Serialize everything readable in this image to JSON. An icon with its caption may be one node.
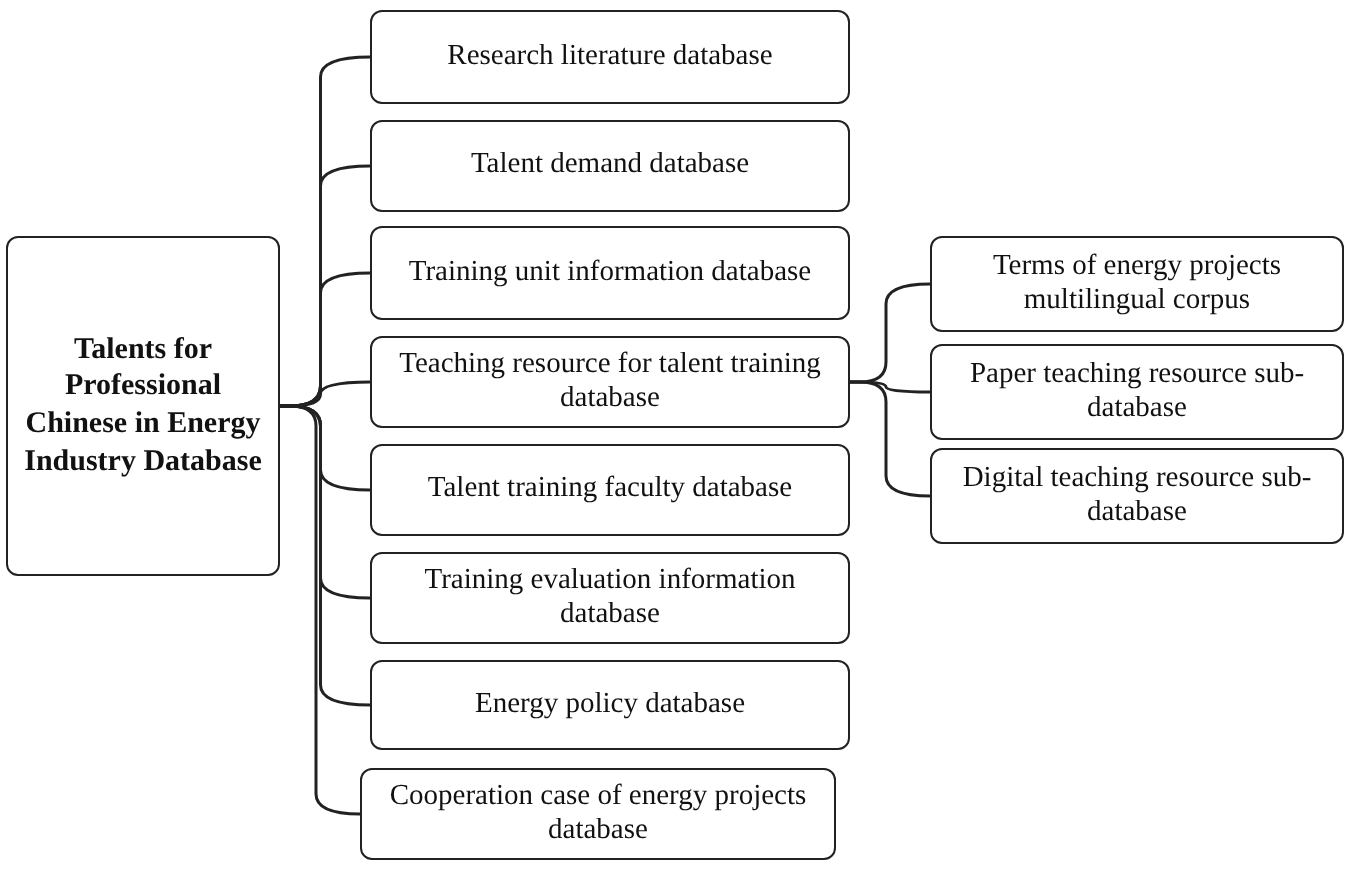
{
  "diagram": {
    "nodes": [
      {
        "text": [
          "Talents for Professional Chinese in Energy Industry Database"
        ]
      },
      {
        "text": [
          "Research literature database"
        ]
      },
      {
        "text": [
          "Talent demand database"
        ]
      },
      {
        "text": [
          "Training unit information database"
        ]
      },
      {
        "text": [
          "Teaching resource for talent training database"
        ]
      },
      {
        "text": [
          "Talent training faculty database"
        ]
      },
      {
        "text": [
          "Training evaluation information database"
        ]
      },
      {
        "text": [
          "Energy policy database"
        ]
      },
      {
        "text": [
          "Cooperation case of energy projects database"
        ]
      },
      {
        "text": [
          "Terms of energy projects multilingual corpus"
        ]
      },
      {
        "text": [
          "Paper teaching resource sub-database"
        ]
      },
      {
        "text": [
          "Digital teaching resource sub-database"
        ]
      }
    ],
    "edges": [
      {
        "from": 0,
        "to": 1,
        "arrow": "none"
      },
      {
        "from": 0,
        "to": 2,
        "arrow": "none"
      },
      {
        "from": 0,
        "to": 3,
        "arrow": "none"
      },
      {
        "from": 0,
        "to": 4,
        "arrow": "none"
      },
      {
        "from": 0,
        "to": 5,
        "arrow": "none"
      },
      {
        "from": 0,
        "to": 6,
        "arrow": "none"
      },
      {
        "from": 0,
        "to": 7,
        "arrow": "none"
      },
      {
        "from": 0,
        "to": 8,
        "arrow": "none"
      },
      {
        "from": 4,
        "to": 9,
        "arrow": "none"
      },
      {
        "from": 4,
        "to": 10,
        "arrow": "none"
      },
      {
        "from": 4,
        "to": 11,
        "arrow": "none"
      }
    ]
  }
}
